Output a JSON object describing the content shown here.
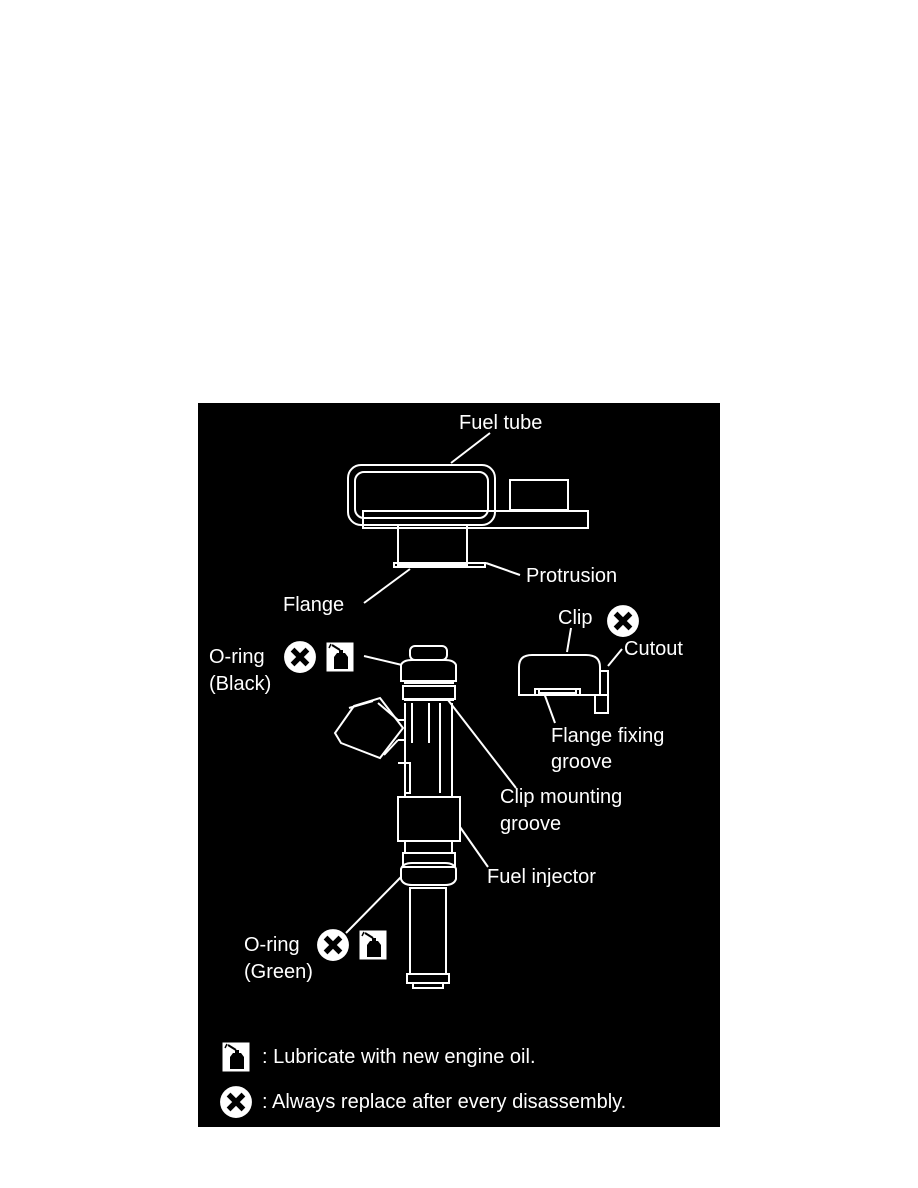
{
  "diagram": {
    "colors": {
      "background": "#000000",
      "ink": "#ffffff"
    },
    "labels": {
      "fuel_tube": "Fuel tube",
      "protrusion": "Protrusion",
      "flange": "Flange",
      "clip": "Clip",
      "cutout": "Cutout",
      "oring_top": "O-ring",
      "oring_top_color": "(Black)",
      "flange_fixing_1": "Flange fixing",
      "flange_fixing_2": "groove",
      "clip_mounting_1": "Clip mounting",
      "clip_mounting_2": "groove",
      "fuel_injector": "Fuel injector",
      "oring_bottom": "O-ring",
      "oring_bottom_color": "(Green)"
    },
    "legend": {
      "lubricate": ": Lubricate with new engine oil.",
      "replace": ": Always replace after every disassembly."
    },
    "icons": {
      "replace": "x-circle-icon",
      "lubricate": "oil-can-icon"
    }
  }
}
